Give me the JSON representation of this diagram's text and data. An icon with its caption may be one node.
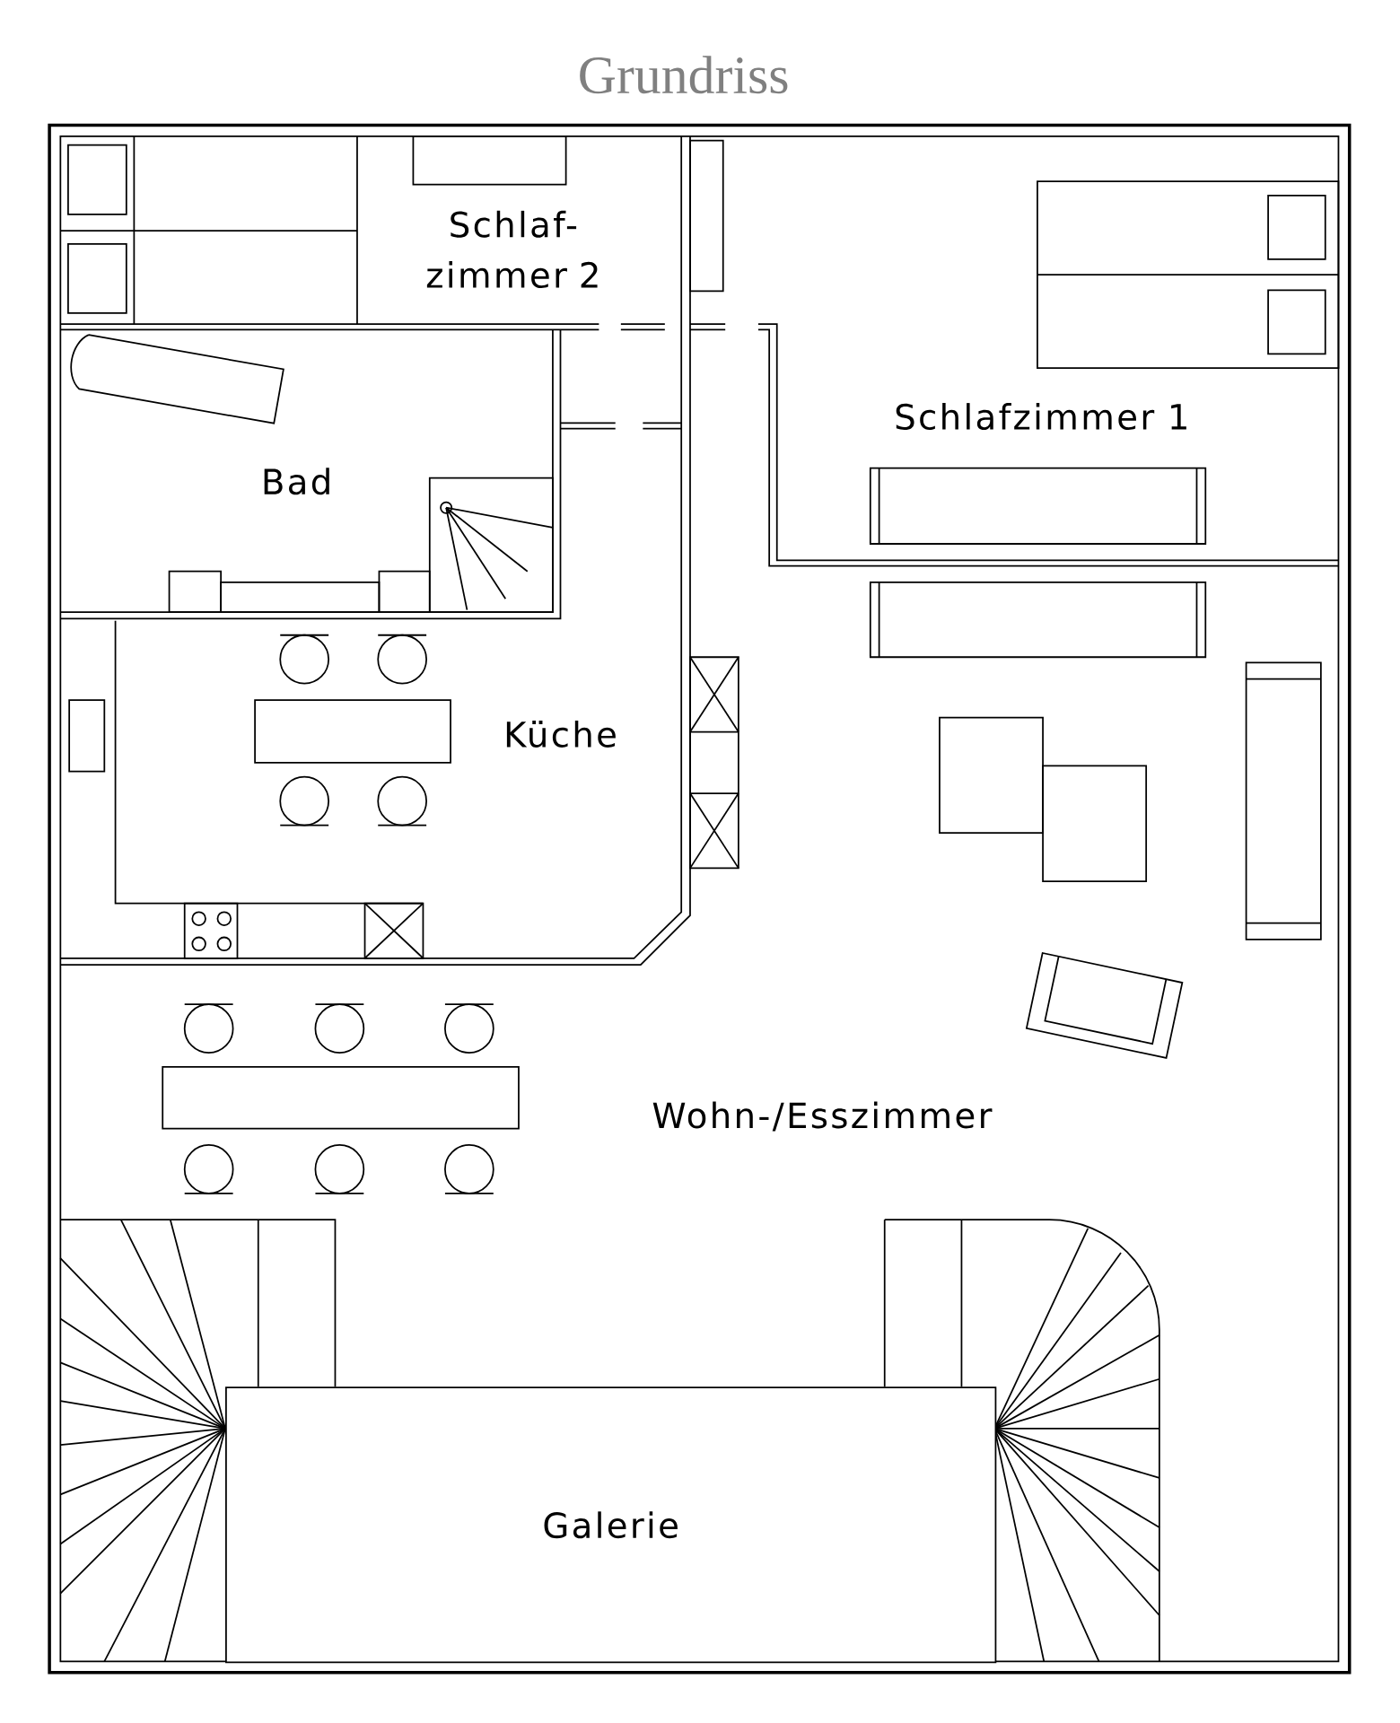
{
  "diagram": {
    "title": "Grundriss",
    "nodes": [
      {
        "text": [
          "Galerie"
        ]
      }
    ],
    "labels": [
      "Schlaf- zimmer 2",
      "Schlafzimmer 1",
      "Bad",
      "Küche",
      "Wohn-/Esszimmer"
    ]
  }
}
